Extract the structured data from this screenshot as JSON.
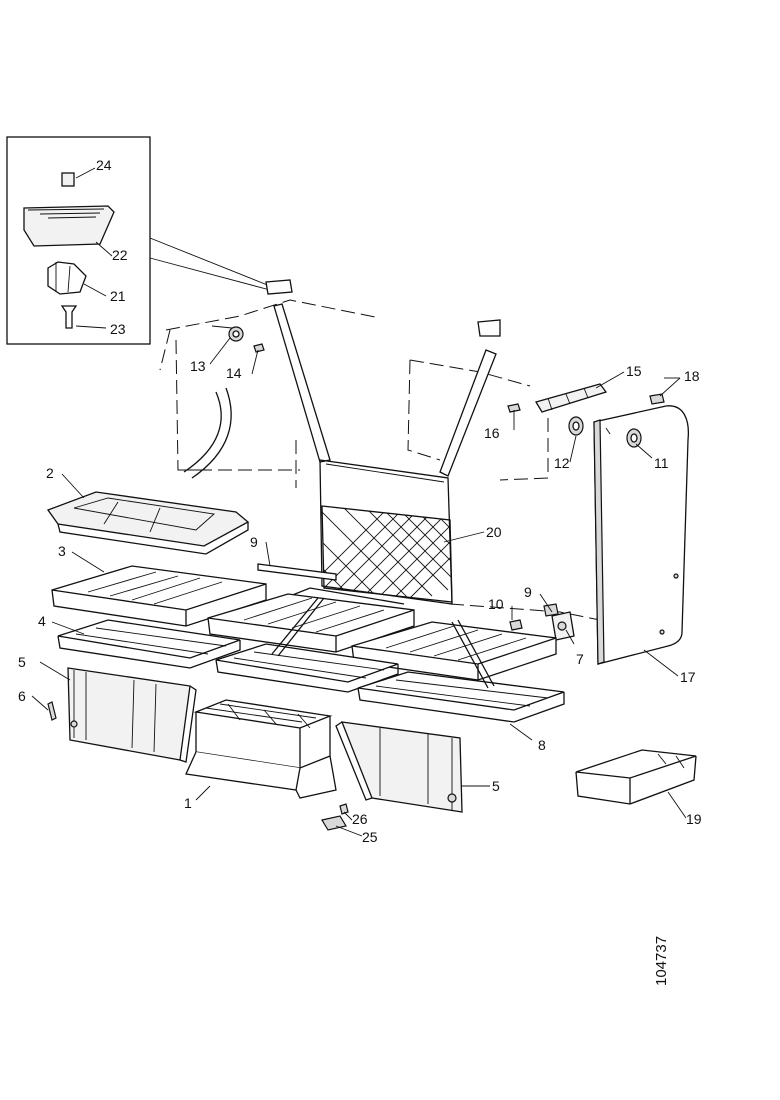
{
  "callouts": {
    "c1": "1",
    "c2": "2",
    "c3": "3",
    "c4": "4",
    "c5a": "5",
    "c5b": "5",
    "c6": "6",
    "c7": "7",
    "c8": "8",
    "c9a": "9",
    "c9b": "9",
    "c10": "10",
    "c11": "11",
    "c12": "12",
    "c13": "13",
    "c14": "14",
    "c15": "15",
    "c16": "16",
    "c17": "17",
    "c18": "18",
    "c19": "19",
    "c20": "20",
    "c21": "21",
    "c22": "22",
    "c23": "23",
    "c24": "24",
    "c25": "25",
    "c26": "26"
  },
  "drawing_number": "104737"
}
